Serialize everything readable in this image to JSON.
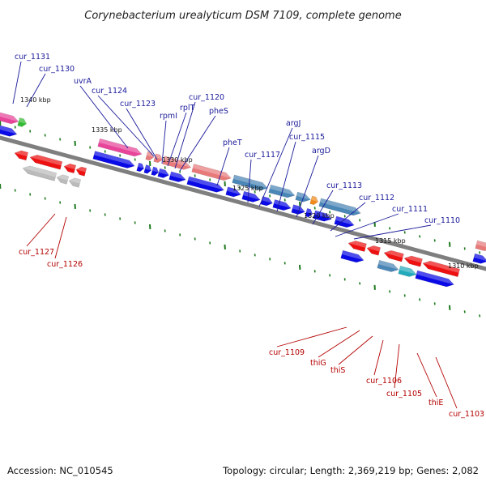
{
  "title": "Corynebacterium urealyticum DSM 7109, complete genome",
  "footer": {
    "accession": "Accession: NC_010545",
    "topology": "Topology: circular; Length: 2,369,219 bp; Genes: 2,082"
  },
  "colors": {
    "backbone": "#7f7f7f",
    "tick": "#1e7a1e",
    "top_label": "#1a1a9a",
    "bottom_label": "#b40000",
    "blue_gene": "#0a0ae6",
    "red_gene": "#ee1111",
    "pink_gene": "#e8449a",
    "salmon_gene": "#e87a7a",
    "steel_gene": "#4a86b6",
    "gray_gene": "#bbbbbb",
    "orange_gene": "#f08a1a",
    "green_gene": "#33bb33",
    "cyan_gene": "#22aabb"
  },
  "kbp_labels": [
    "1340 kbp",
    "1335 kbp",
    "1330 kbp",
    "1325 kbp",
    "1320 kbp",
    "1315 kbp",
    "1310 kbp"
  ],
  "top_labels": [
    "cur_1131",
    "cur_1130",
    "uvrA",
    "cur_1124",
    "cur_1123",
    "rpmI",
    "rplT",
    "cur_1120",
    "pheS",
    "pheT",
    "cur_1117",
    "argJ",
    "cur_1115",
    "argD",
    "cur_1113",
    "cur_1112",
    "cur_1111",
    "cur_1110"
  ],
  "bottom_labels": [
    "cur_1127",
    "cur_1126",
    "cur_1109",
    "thiG",
    "thiS",
    "cur_1106",
    "cur_1105",
    "thiE",
    "cur_1103"
  ]
}
